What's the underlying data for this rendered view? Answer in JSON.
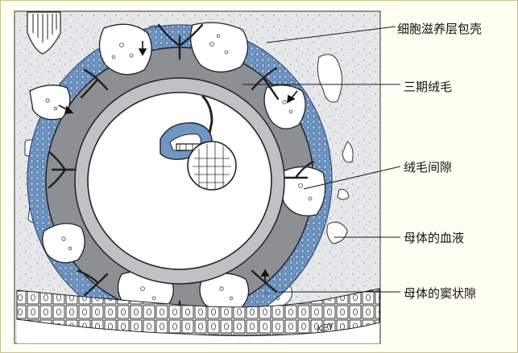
{
  "labels": {
    "cytotrophoblastic_shell": "细胞滋养层包壳",
    "tertiary_villi": "三期绒毛",
    "intervillous_space": "绒毛间隙",
    "maternal_blood": "母体的血液",
    "maternal_sinusoid": "母体的窦状隙"
  },
  "signature": "KEY",
  "colors": {
    "background": "#fffff4",
    "endometrium": "#e6e7e8",
    "shell_blue": "#6f97c4",
    "chorion_gray": "#8c8f93",
    "lacuna_white": "#ffffff",
    "outline": "#222222"
  }
}
